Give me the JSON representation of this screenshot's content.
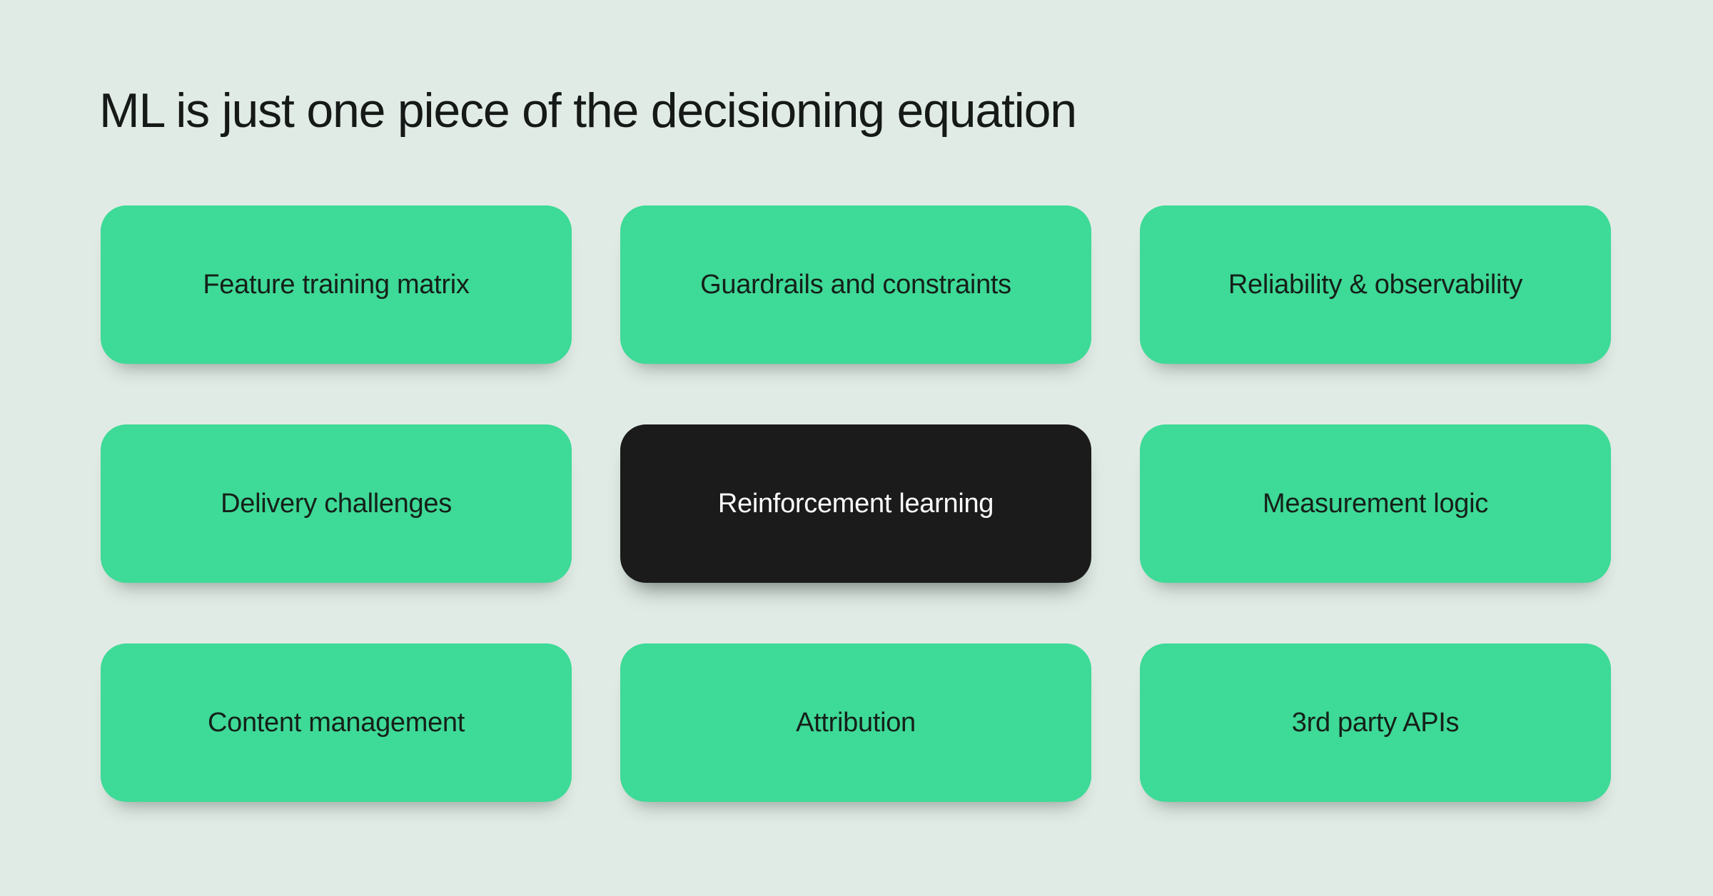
{
  "slide": {
    "title": "ML is just one piece of the decisioning equation"
  },
  "colors": {
    "background": "#E1EBE5",
    "card_green": "#3EDA97",
    "card_dark": "#1B1B1B",
    "text_dark": "#152019",
    "text_light": "#FCFCFC"
  },
  "grid": {
    "rows": 3,
    "cols": 3,
    "cards": [
      {
        "label": "Feature training matrix",
        "variant": "green"
      },
      {
        "label": "Guardrails and constraints",
        "variant": "green"
      },
      {
        "label": "Reliability & observability",
        "variant": "green"
      },
      {
        "label": "Delivery challenges",
        "variant": "green"
      },
      {
        "label": "Reinforcement learning",
        "variant": "dark"
      },
      {
        "label": "Measurement logic",
        "variant": "green"
      },
      {
        "label": "Content management",
        "variant": "green"
      },
      {
        "label": "Attribution",
        "variant": "green"
      },
      {
        "label": "3rd party APIs",
        "variant": "green"
      }
    ]
  }
}
